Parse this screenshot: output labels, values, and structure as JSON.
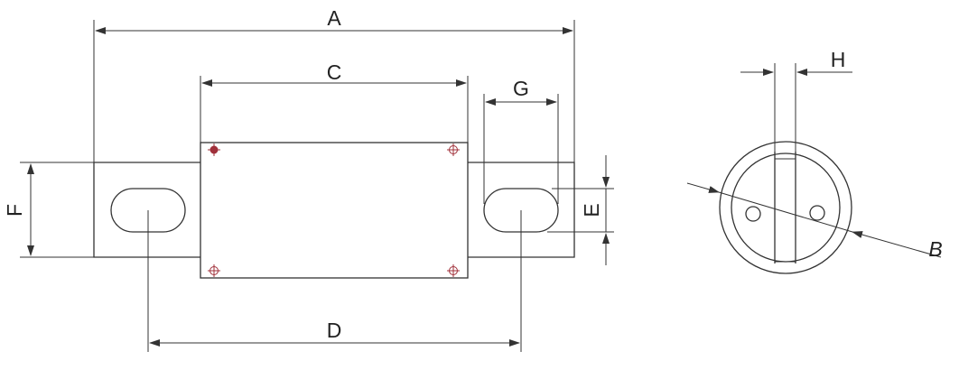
{
  "labels": {
    "A": "A",
    "B": "B",
    "C": "C",
    "D": "D",
    "E": "E",
    "F": "F",
    "G": "G",
    "H": "H"
  },
  "colors": {
    "line": "#333333",
    "marker": "#a0303a",
    "background": "#ffffff"
  }
}
